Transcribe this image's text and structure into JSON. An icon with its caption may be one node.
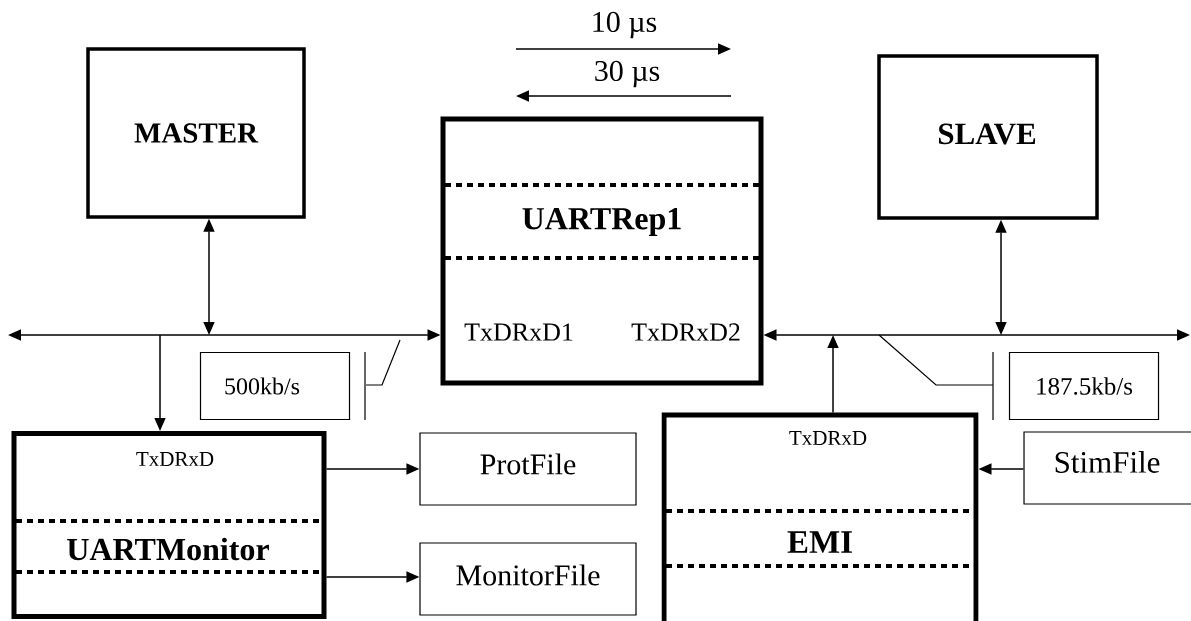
{
  "diagram": {
    "nodes": [
      {
        "text": [
          "MASTER"
        ]
      },
      {
        "text": [
          "UARTRep1",
          "TxDRxD1",
          "TxDRxD2"
        ]
      },
      {
        "text": [
          "SLAVE"
        ]
      },
      {
        "text": [
          "TxDRxD",
          "UARTMonitor"
        ]
      },
      {
        "text": [
          "ProtFile"
        ]
      },
      {
        "text": [
          "MonitorFile"
        ]
      },
      {
        "text": [
          "TxDRxD",
          "EMI"
        ]
      },
      {
        "text": [
          "StimFile"
        ]
      },
      {
        "text": [
          "500kb/s"
        ]
      },
      {
        "text": [
          "187.5kb/s"
        ]
      }
    ],
    "edges": [
      {
        "from": 0,
        "to": null,
        "arrow": "both"
      },
      {
        "from": 2,
        "to": null,
        "arrow": "both"
      },
      {
        "from": null,
        "to": 1,
        "arrow": "both"
      },
      {
        "from": 1,
        "to": null,
        "arrow": "both"
      },
      {
        "from": null,
        "to": 3,
        "arrow": "to"
      },
      {
        "from": 6,
        "to": null,
        "arrow": "to"
      },
      {
        "from": 3,
        "to": 4,
        "arrow": "to"
      },
      {
        "from": 3,
        "to": 5,
        "arrow": "to"
      },
      {
        "from": 7,
        "to": 6,
        "arrow": "to"
      },
      {
        "from": null,
        "to": 8,
        "arrow": "none"
      },
      {
        "from": null,
        "to": 9,
        "arrow": "none"
      }
    ],
    "labels": [
      "10 µs",
      "30 µs"
    ]
  }
}
